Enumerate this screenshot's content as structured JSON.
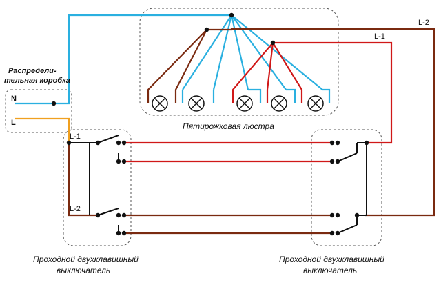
{
  "labels": {
    "junction_box_line1": "Распредели-",
    "junction_box_line2": "тельная коробка",
    "neutral": "N",
    "phase": "L",
    "l1_top": "L-1",
    "l2_top": "L-2",
    "l1_switch": "L-1",
    "l2_switch": "L-2",
    "chandelier": "Пятирожковая люстра",
    "switch_left_line1": "Проходной двухклавишный",
    "switch_left_line2": "выключатель",
    "switch_right_line1": "Проходной двухклавишный",
    "switch_right_line2": "выключатель"
  },
  "colors": {
    "neutral_wire": "#2ab0e0",
    "phase_wire": "#f0a020",
    "l1_wire": "#d01818",
    "l2_wire": "#7a2a10",
    "switch_wire": "#111111",
    "box_outline": "#555555"
  },
  "icons": {
    "lamp": "lamp-icon",
    "switch_contact": "switch-contact-icon"
  }
}
